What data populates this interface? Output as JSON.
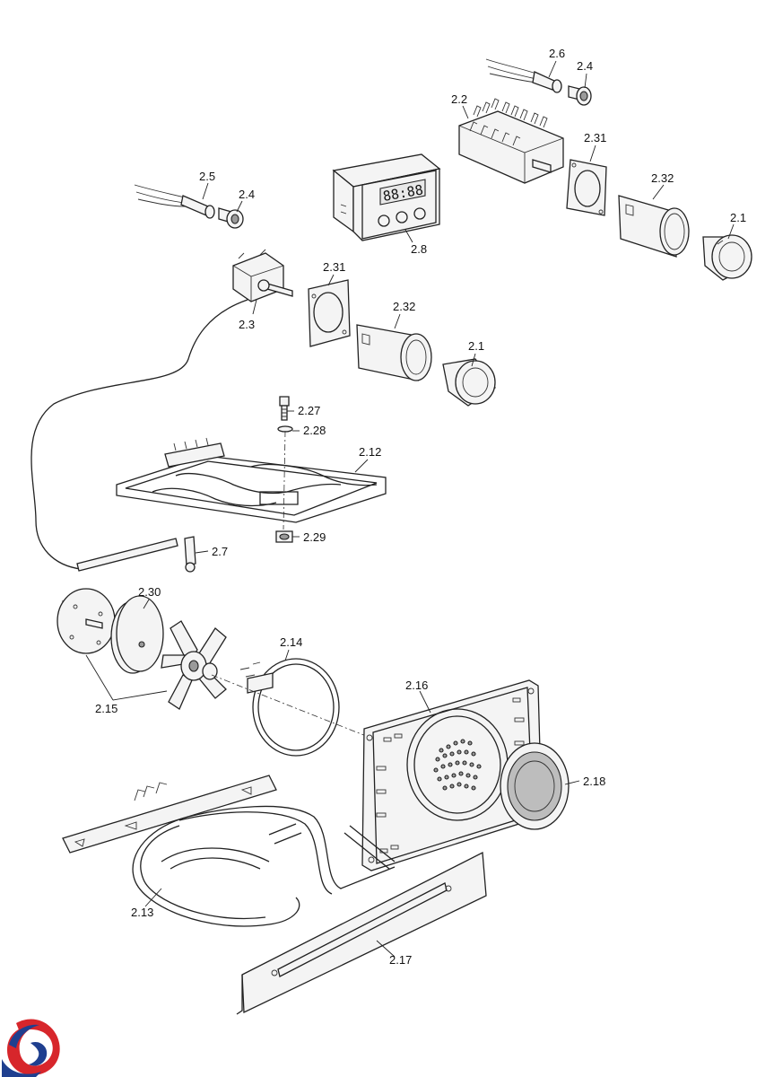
{
  "labels": {
    "l_2_6": "2.6",
    "l_2_4a": "2.4",
    "l_2_2": "2.2",
    "l_2_31a": "2.31",
    "l_2_32a": "2.32",
    "l_2_1a": "2.1",
    "l_2_5": "2.5",
    "l_2_4b": "2.4",
    "l_2_8": "2.8",
    "l_2_31b": "2.31",
    "l_2_3": "2.3",
    "l_2_32b": "2.32",
    "l_2_1b": "2.1",
    "l_2_27": "2.27",
    "l_2_28": "2.28",
    "l_2_12": "2.12",
    "l_2_29": "2.29",
    "l_2_7": "2.7",
    "l_2_30": "2.30",
    "l_2_14": "2.14",
    "l_2_15": "2.15",
    "l_2_16": "2.16",
    "l_2_18": "2.18",
    "l_2_13": "2.13",
    "l_2_17": "2.17"
  },
  "display": {
    "digits": "88:88"
  },
  "colors": {
    "logo_red": "#d7262b",
    "logo_blue": "#1f3f8f",
    "line": "#222222"
  },
  "logo": {
    "icon": "brand-swirl-icon"
  }
}
